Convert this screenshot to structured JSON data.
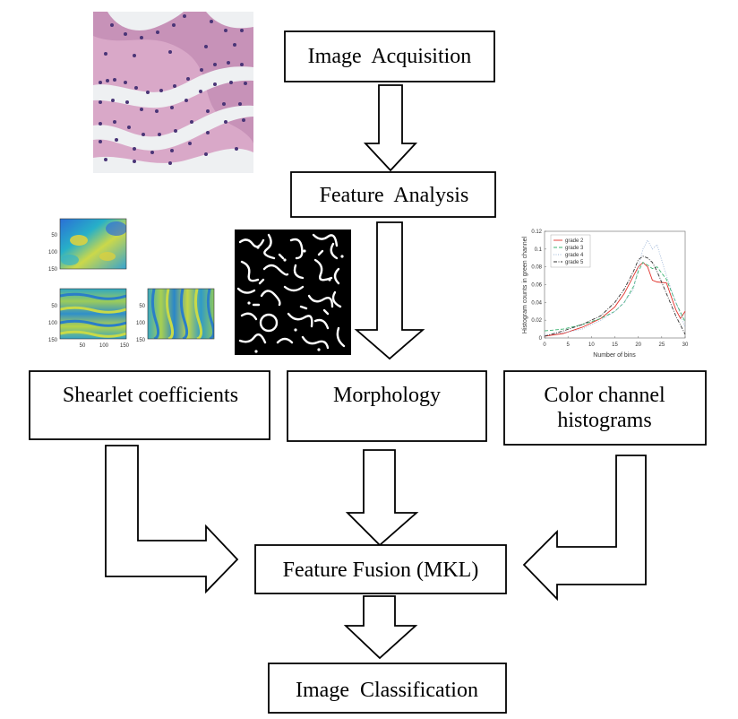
{
  "diagram": {
    "boxes": {
      "acquisition": "Image  Acquisition",
      "analysis": "Feature  Analysis",
      "shearlet": "Shearlet coefficients",
      "morphology": "Morphology",
      "color_line1": "Color channel",
      "color_line2": "histograms",
      "fusion": "Feature Fusion (MKL)",
      "classification": "Image  Classification"
    },
    "thumbnails": {
      "histology": "histology-image",
      "shearlet_maps": "shearlet-heatmaps",
      "morphology_mask": "binary-mask"
    }
  },
  "shearlet_ticks": {
    "map1_y": [
      "50",
      "100",
      "150"
    ],
    "map2_y": [
      "50",
      "100",
      "150"
    ],
    "map3_y": [
      "50",
      "100",
      "150"
    ],
    "x": [
      "50",
      "100",
      "150"
    ]
  },
  "chart_data": {
    "type": "line",
    "xlabel": "Number of bins",
    "ylabel": "Histogram counts in green channel",
    "xlim": [
      0,
      30
    ],
    "ylim": [
      0,
      0.12
    ],
    "xticks": [
      "0",
      "5",
      "10",
      "15",
      "20",
      "25",
      "30"
    ],
    "yticks": [
      "0",
      "0.02",
      "0.04",
      "0.06",
      "0.08",
      "0.1",
      "0.12"
    ],
    "legend_position": "top-left",
    "series": [
      {
        "name": "grade 2",
        "color": "#e0302a",
        "dash": "solid",
        "x": [
          0,
          4,
          8,
          12,
          15,
          17,
          19,
          20,
          21,
          22,
          23,
          24,
          26,
          28,
          29,
          30
        ],
        "y": [
          0.002,
          0.005,
          0.012,
          0.022,
          0.035,
          0.05,
          0.07,
          0.08,
          0.085,
          0.08,
          0.065,
          0.063,
          0.062,
          0.032,
          0.022,
          0.03
        ]
      },
      {
        "name": "grade 3",
        "color": "#3cb371",
        "dash": "dashed",
        "x": [
          0,
          4,
          8,
          12,
          15,
          17,
          19,
          20,
          21,
          22,
          23,
          24,
          26,
          28,
          30
        ],
        "y": [
          0.008,
          0.01,
          0.015,
          0.022,
          0.03,
          0.04,
          0.058,
          0.075,
          0.085,
          0.082,
          0.078,
          0.08,
          0.066,
          0.04,
          0.018
        ]
      },
      {
        "name": "grade 4",
        "color": "#9fb8d8",
        "dash": "dotted",
        "x": [
          0,
          4,
          8,
          12,
          15,
          17,
          19,
          20,
          21,
          22,
          23,
          24,
          26,
          28,
          30
        ],
        "y": [
          0.003,
          0.006,
          0.01,
          0.02,
          0.03,
          0.04,
          0.055,
          0.08,
          0.1,
          0.11,
          0.1,
          0.105,
          0.07,
          0.04,
          0.012
        ]
      },
      {
        "name": "grade 5",
        "color": "#333333",
        "dash": "dashdot",
        "x": [
          0,
          4,
          8,
          12,
          15,
          17,
          19,
          20,
          21,
          22,
          23,
          24,
          26,
          28,
          30
        ],
        "y": [
          0.002,
          0.008,
          0.015,
          0.025,
          0.04,
          0.055,
          0.075,
          0.088,
          0.092,
          0.09,
          0.085,
          0.075,
          0.05,
          0.025,
          0.004
        ]
      }
    ]
  }
}
